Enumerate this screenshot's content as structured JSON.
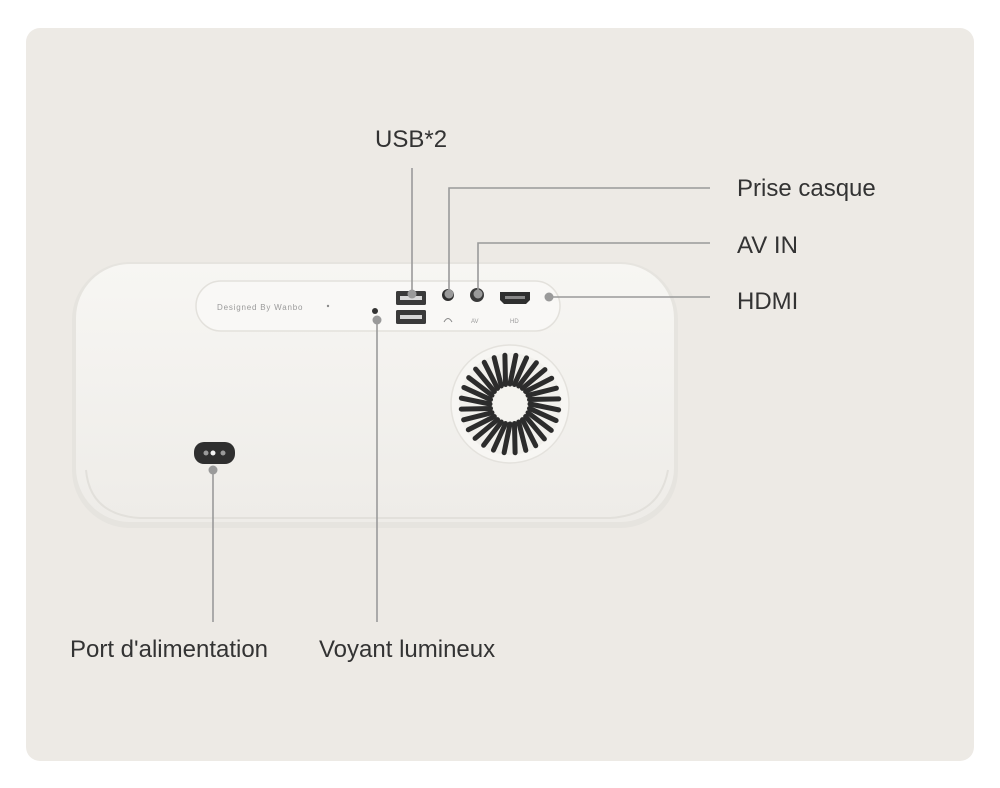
{
  "labels": {
    "usb": "USB*2",
    "casque": "Prise casque",
    "av_in": "AV IN",
    "hdmi": "HDMI",
    "power": "Port d'alimentation",
    "led": "Voyant lumineux"
  },
  "device": {
    "brand_text": "Designed By Wanbo",
    "port_av": "AV",
    "port_hd": "HD"
  },
  "colors": {
    "background": "#edeae5",
    "body": "#f4f3f0",
    "leader_line": "#9a9a9a",
    "text": "#333333"
  }
}
